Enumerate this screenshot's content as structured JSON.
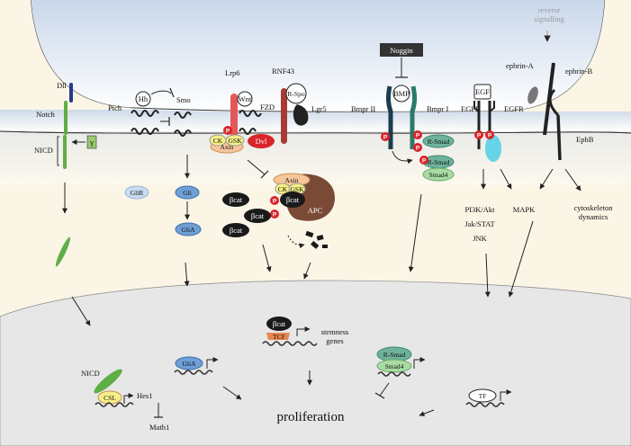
{
  "colors": {
    "cytoplasm_gradient_top": "#c9d7ea",
    "cell_fill": "#fbf5e6",
    "nucleus_fill": "#e7e7e7",
    "phospho_red": "#d9242b",
    "notch_green": "#5fae46",
    "gli_blue": "#6f9fd6",
    "smad_teal": "#6fb29c",
    "egfr_cyan": "#66d3e6",
    "lrp6_red": "#e4575b",
    "rnf43_red": "#a83a35",
    "apc_brown": "#7b4a37",
    "axin_orange": "#f6c59a",
    "gsk_yellow": "#f5ef87",
    "dark": "#1a1a1a"
  },
  "top_right": {
    "reverse_signalling": [
      "reverse",
      "signalling"
    ],
    "ephrinA": "ephrin-A",
    "ephrinB": "ephrin-B",
    "ephB": "EphB"
  },
  "notch": {
    "dll": "Dll",
    "notch": "Notch",
    "nicd": "NICD",
    "gamma": "γ"
  },
  "hedgehog": {
    "hh": "Hh",
    "smo": "Smo",
    "ptch": "Ptch",
    "glir": "GliR",
    "gli": "Gli",
    "glia": "GliA"
  },
  "wnt": {
    "lrp6": "Lrp6",
    "rnf43": "RNF43",
    "wnt": "Wnt",
    "rspo": "R-Spo",
    "fzd": "FZD",
    "lgr5": "Lgr5",
    "ck": "CK",
    "gsk": "GSK",
    "dvl": "Dvl",
    "axin": "Axin",
    "bcat": "βcat",
    "apc": "APC"
  },
  "bmp": {
    "noggin": "Noggin",
    "bmp": "BMP",
    "bmpr2": "Bmpr II",
    "bmpr1": "Bmpr I",
    "rsmad": "R-Smad",
    "smad4": "Smad4"
  },
  "egf": {
    "egf": "EGF",
    "egfr_left": "EGFR",
    "egfr_right": "EGFR",
    "pathways": [
      "PI3K/Akt",
      "Jak/STAT",
      "JNK"
    ],
    "mapk": "MAPK",
    "cytoskeleton": [
      "cytoskeleton",
      "dynamics"
    ]
  },
  "phospho": "P",
  "nucleus": {
    "nicd": "NICD",
    "csl": "CSL",
    "hes1": "Hes1",
    "math1": "Math1",
    "glia": "GliA",
    "bcat": "βcat",
    "tcf": "TCF",
    "stemness": [
      "stemness",
      "genes"
    ],
    "rsmad": "R-Smad",
    "smad4": "Smad4",
    "tf": "TF",
    "proliferation": "proliferation"
  }
}
